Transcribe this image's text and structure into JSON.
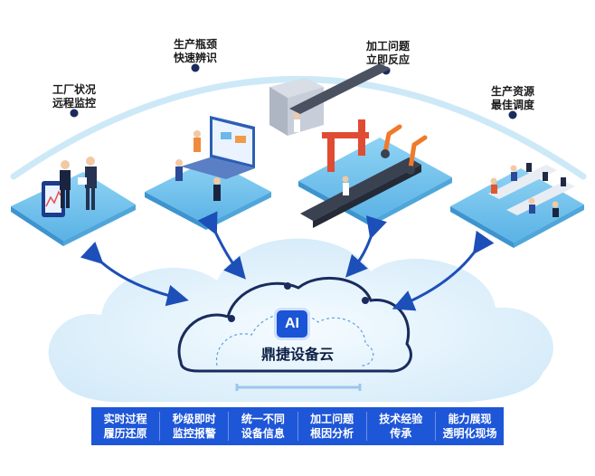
{
  "top_labels": [
    {
      "line1": "工厂状况",
      "line2": "远程监控"
    },
    {
      "line1": "生产瓶颈",
      "line2": "快速辨识"
    },
    {
      "line1": "加工问题",
      "line2": "立即反应"
    },
    {
      "line1": "生产资源",
      "line2": "最佳调度"
    }
  ],
  "center": {
    "badge": "AI",
    "title": "鼎捷设备云"
  },
  "bottom_bar": [
    {
      "line1": "实时过程",
      "line2": "履历还原"
    },
    {
      "line1": "秒级即时",
      "line2": "监控报警"
    },
    {
      "line1": "统一不同",
      "line2": "设备信息"
    },
    {
      "line1": "加工问题",
      "line2": "根因分析"
    },
    {
      "line1": "技术经验",
      "line2": "传承"
    },
    {
      "line1": "能力展现",
      "line2": "透明化现场"
    }
  ],
  "colors": {
    "accent": "#1e56d8",
    "arc": "#bfe3f6",
    "platform": "#7cc8ef",
    "cloud": "#dff0fb",
    "arrow": "#1d4fb8"
  }
}
